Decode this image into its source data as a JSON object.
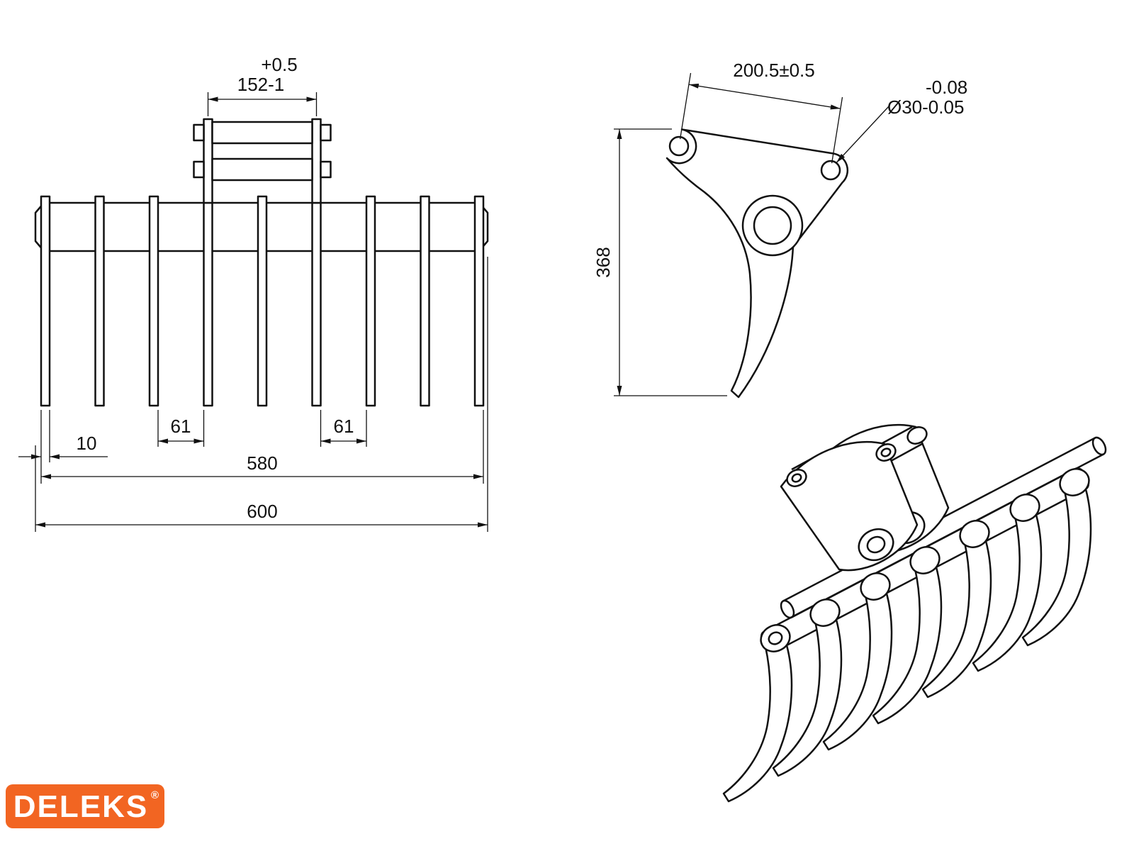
{
  "page": {
    "background": "#ffffff",
    "line_color": "#111111"
  },
  "logo": {
    "text": "DELEKS",
    "registered_mark": "®",
    "bg_color": "#F26522",
    "text_color": "#FFFFFF"
  },
  "front_view": {
    "label": "rake front view",
    "dimensions": {
      "coupler_tolerance_upper": "+0.5",
      "coupler_width": "152-1",
      "tine_thickness": "10",
      "tine_gap_left": "61",
      "tine_gap_right": "61",
      "tine_span": "580",
      "overall_width": "600"
    }
  },
  "side_view": {
    "label": "tine side view",
    "dimensions": {
      "pin_center_distance": "200.5±0.5",
      "bore_tolerance_upper": "-0.08",
      "bore_diameter": "Ø30-0.05",
      "overall_height": "368"
    }
  },
  "iso_view": {
    "label": "isometric view"
  }
}
